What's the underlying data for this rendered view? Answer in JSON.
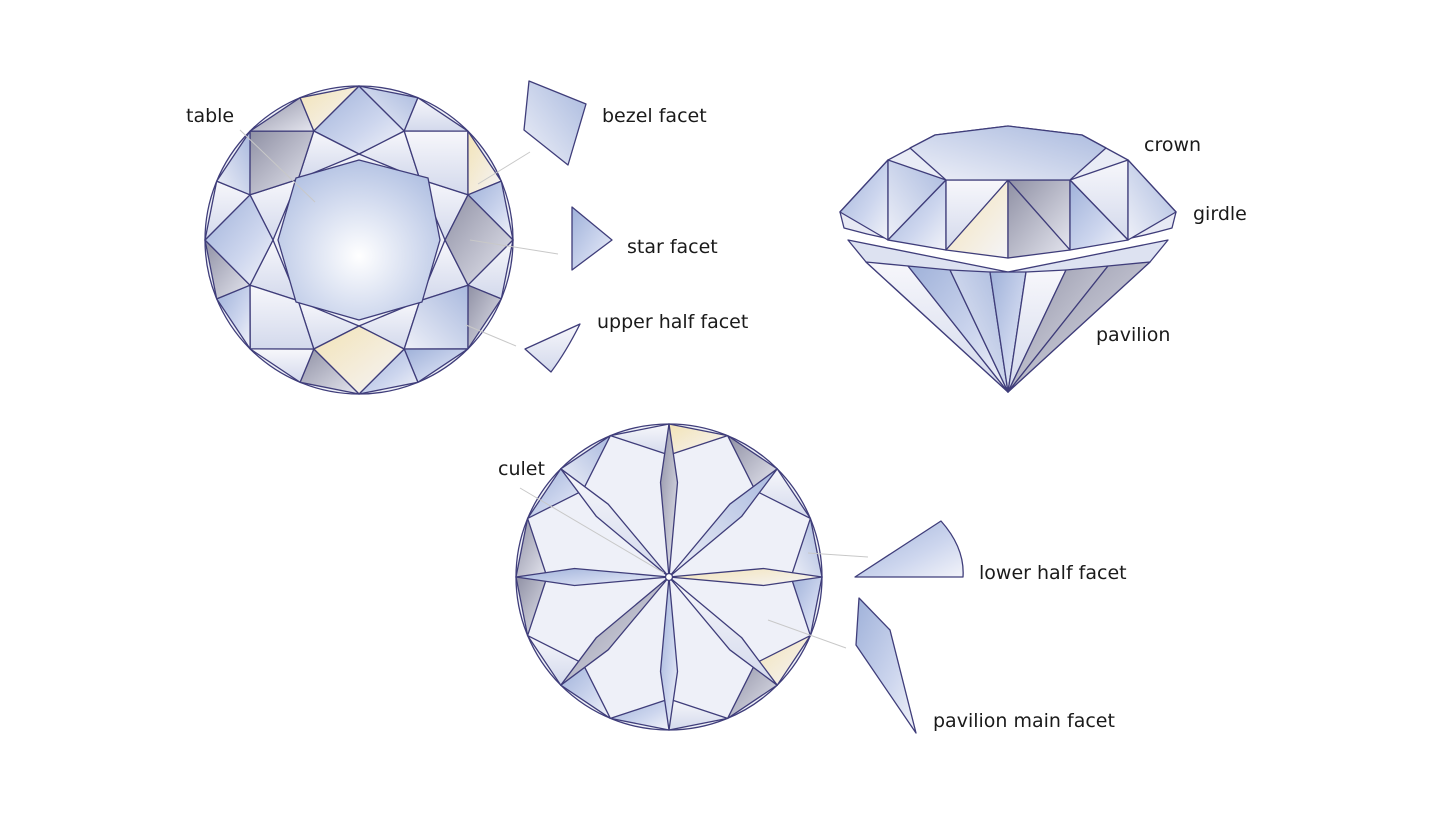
{
  "labels": {
    "table": "table",
    "bezel_facet": "bezel facet",
    "star_facet": "star facet",
    "upper_half_facet": "upper half facet",
    "crown": "crown",
    "girdle": "girdle",
    "pavilion": "pavilion",
    "culet": "culet",
    "lower_half_facet": "lower half facet",
    "pavilion_main_facet": "pavilion main facet"
  },
  "colors": {
    "outline": "#3f3d7a",
    "facet_blue": "#b9c7e4",
    "facet_light": "#eef0f8",
    "facet_grey": "#a9a9b8",
    "facet_warm": "#f5ecd4",
    "leader": "#c8c8c8"
  }
}
